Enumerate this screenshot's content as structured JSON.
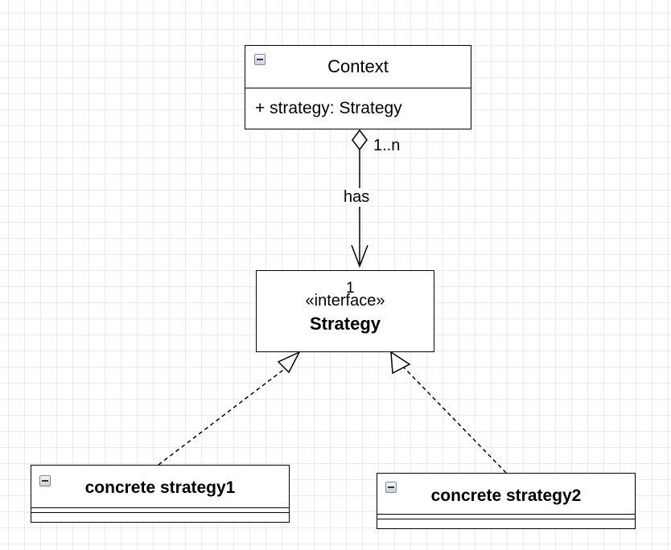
{
  "context": {
    "name": "Context",
    "attribute": "+ strategy: Strategy"
  },
  "strategy": {
    "stereotype": "«interface»",
    "name": "Strategy"
  },
  "concrete1": {
    "name": "concrete strategy1"
  },
  "concrete2": {
    "name": "concrete strategy2"
  },
  "association": {
    "label": "has",
    "source_multiplicity": "1..n",
    "target_multiplicity": "1"
  },
  "icons": {
    "collapse": "minus-square-icon"
  },
  "colors": {
    "stroke": "#000000",
    "grid": "#ebebeb",
    "background": "#ffffff"
  }
}
